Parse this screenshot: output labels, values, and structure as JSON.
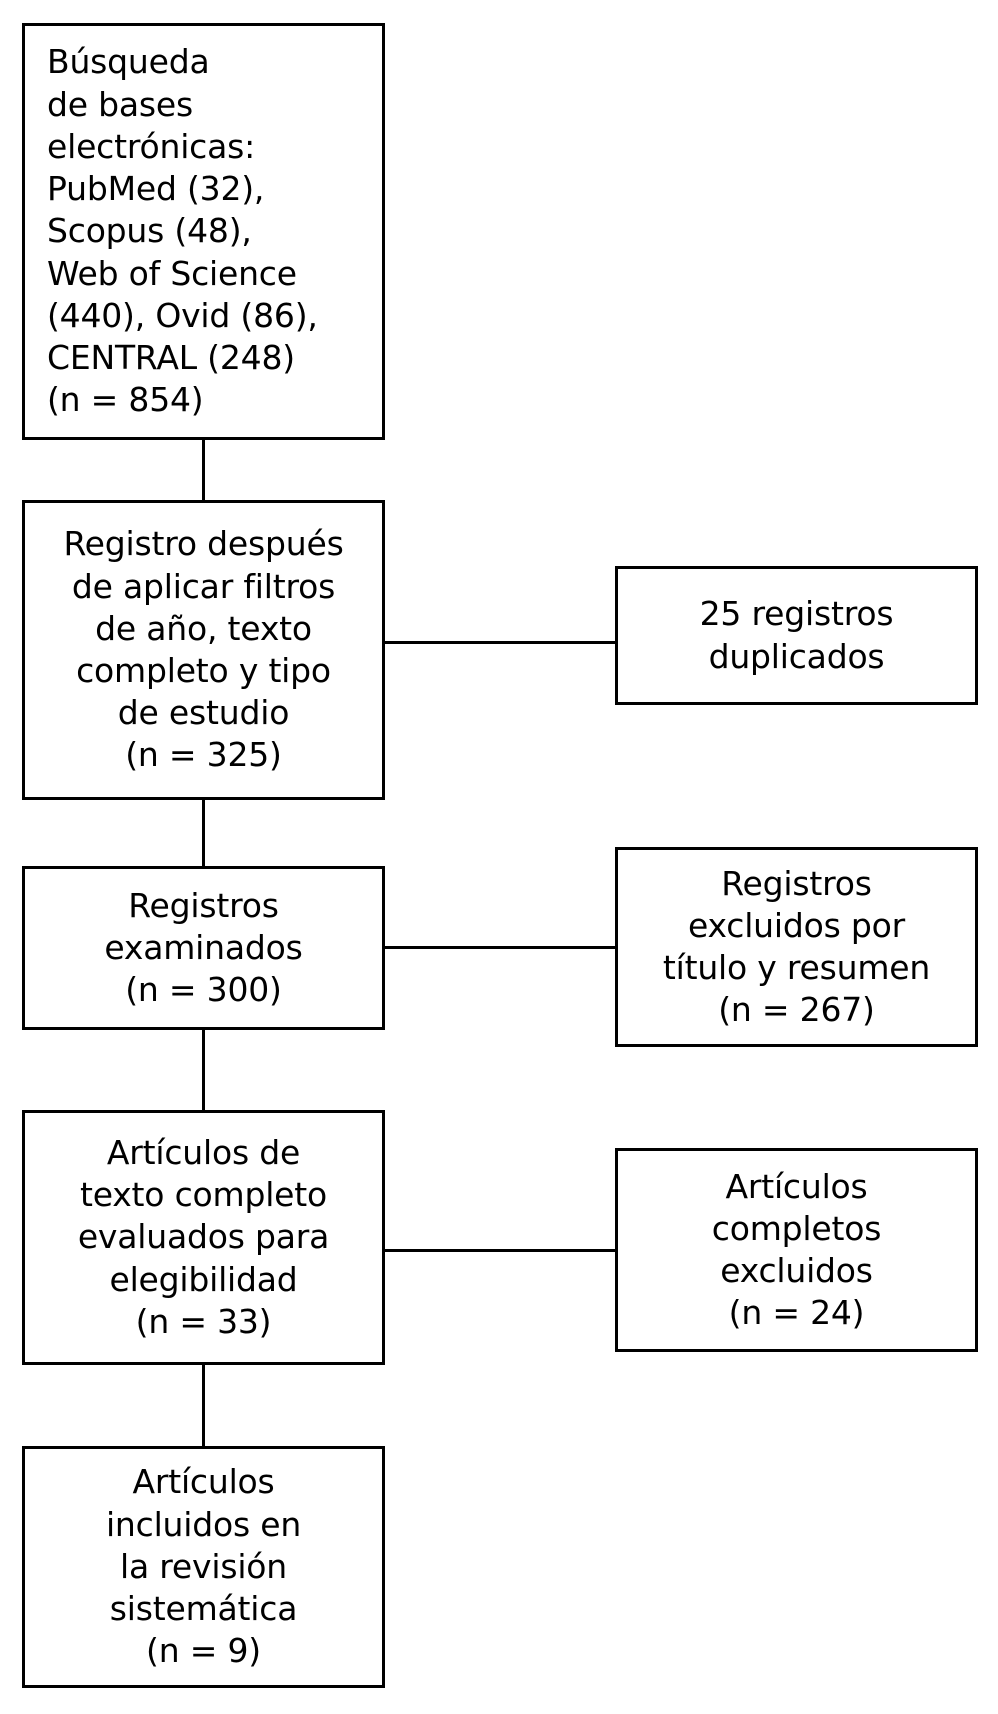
{
  "diagram": {
    "type": "prisma-flow-diagram",
    "language": "es",
    "background_color": "#ffffff",
    "line_color": "#000000",
    "text_color": "#000000"
  },
  "nodes": [
    {
      "id": "identificacion",
      "align": "left",
      "lines": [
        "Búsqueda",
        "de bases",
        "electrónicas:",
        "PubMed (32),",
        "Scopus (48),",
        "Web of Science",
        "(440), Ovid (86),",
        "CENTRAL (248)",
        "(n = 854)"
      ]
    },
    {
      "id": "registro-filtros",
      "align": "center",
      "lines": [
        "Registro después",
        "de aplicar filtros",
        "de año, texto",
        "completo y tipo",
        "de estudio",
        "(n = 325)"
      ]
    },
    {
      "id": "duplicados",
      "align": "center",
      "lines": [
        "25 registros",
        "duplicados"
      ]
    },
    {
      "id": "registros-examinados",
      "align": "center",
      "lines": [
        "Registros",
        "examinados",
        "(n = 300)"
      ]
    },
    {
      "id": "registros-excluidos",
      "align": "center",
      "lines": [
        "Registros",
        "excluidos por",
        "título y resumen",
        "(n = 267)"
      ]
    },
    {
      "id": "texto-completo-evaluados",
      "align": "center",
      "lines": [
        "Artículos de",
        "texto completo",
        "evaluados para",
        "elegibilidad",
        "(n = 33)"
      ]
    },
    {
      "id": "completos-excluidos",
      "align": "center",
      "lines": [
        "Artículos",
        "completos",
        "excluidos",
        "(n = 24)"
      ]
    },
    {
      "id": "incluidos",
      "align": "center",
      "lines": [
        "Artículos",
        "incluidos en",
        "la revisión",
        "sistemática",
        "(n = 9)"
      ]
    }
  ],
  "counts": {
    "pubmed": 32,
    "scopus": 48,
    "web_of_science": 440,
    "ovid": 86,
    "central": 248,
    "total_identificados": 854,
    "despues_filtros": 325,
    "duplicados": 25,
    "examinados": 300,
    "excluidos_titulo_resumen": 267,
    "texto_completo_evaluados": 33,
    "completos_excluidos": 24,
    "incluidos": 9
  }
}
